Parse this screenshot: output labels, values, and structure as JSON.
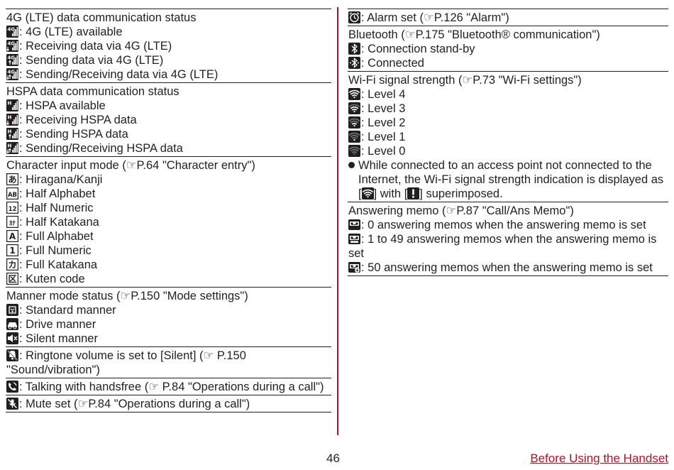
{
  "left": [
    {
      "heading": "4G (LTE) data communication status",
      "items": [
        {
          "icon": "lte-available-icon",
          "text": ": 4G (LTE) available"
        },
        {
          "icon": "lte-receiving-icon",
          "text": ": Receiving data via 4G (LTE)"
        },
        {
          "icon": "lte-sending-icon",
          "text": ": Sending data via 4G (LTE)"
        },
        {
          "icon": "lte-send-receive-icon",
          "text": ": Sending/Receiving data via 4G (LTE)"
        }
      ]
    },
    {
      "heading": "HSPA data communication status",
      "items": [
        {
          "icon": "hspa-available-icon",
          "text": ": HSPA available"
        },
        {
          "icon": "hspa-receiving-icon",
          "text": ": Receiving HSPA data"
        },
        {
          "icon": "hspa-sending-icon",
          "text": ": Sending HSPA data"
        },
        {
          "icon": "hspa-send-receive-icon",
          "text": ": Sending/Receiving HSPA data"
        }
      ]
    },
    {
      "heading": "Character input mode (☞P.64 \"Character entry\")",
      "items": [
        {
          "icon": "hiragana-icon",
          "glyph": "あ",
          "text": ": Hiragana/Kanji"
        },
        {
          "icon": "half-alphabet-icon",
          "glyph": "AB",
          "text": ": Half Alphabet"
        },
        {
          "icon": "half-numeric-icon",
          "glyph": "12",
          "text": ": Half Numeric"
        },
        {
          "icon": "half-katakana-icon",
          "glyph": "ｶﾅ",
          "text": ": Half Katakana"
        },
        {
          "icon": "full-alphabet-icon",
          "glyph": "A",
          "text": ": Full Alphabet"
        },
        {
          "icon": "full-numeric-icon",
          "glyph": "1",
          "text": ": Full Numeric"
        },
        {
          "icon": "full-katakana-icon",
          "glyph": "カ",
          "text": ": Full Katakana"
        },
        {
          "icon": "kuten-code-icon",
          "glyph": "区",
          "text": ": Kuten code"
        }
      ]
    },
    {
      "heading": "Manner mode status (☞P.150 \"Mode settings\")",
      "items": [
        {
          "icon": "standard-manner-icon",
          "text": ": Standard manner"
        },
        {
          "icon": "drive-manner-icon",
          "text": ": Drive manner"
        },
        {
          "icon": "silent-manner-icon",
          "text": ": Silent manner"
        }
      ]
    },
    {
      "heading": "",
      "items": [
        {
          "icon": "ringtone-silent-icon",
          "text": ": Ringtone volume is set to [Silent] (☞ P.150 \"Sound/vibration\")",
          "wrap": true
        }
      ]
    },
    {
      "heading": "",
      "items": [
        {
          "icon": "handsfree-icon",
          "text": ": Talking with handsfree (☞ P.84 \"Operations during a call\")",
          "wrap": true
        }
      ]
    },
    {
      "heading": "",
      "items": [
        {
          "icon": "mute-icon",
          "text": ": Mute set (☞P.84 \"Operations during a call\")"
        }
      ]
    }
  ],
  "right": [
    {
      "heading": "",
      "items": [
        {
          "icon": "alarm-icon",
          "text": ": Alarm set (☞P.126 \"Alarm\")"
        }
      ]
    },
    {
      "heading": "Bluetooth (☞P.175 \"Bluetooth® communication\")",
      "items": [
        {
          "icon": "bluetooth-standby-icon",
          "text": ": Connection stand-by"
        },
        {
          "icon": "bluetooth-connected-icon",
          "text": ": Connected"
        }
      ]
    },
    {
      "heading": "Wi-Fi signal strength (☞P.73 \"Wi-Fi settings\")",
      "items": [
        {
          "icon": "wifi-level-4-icon",
          "text": ": Level 4"
        },
        {
          "icon": "wifi-level-3-icon",
          "text": ": Level 3"
        },
        {
          "icon": "wifi-level-2-icon",
          "text": ": Level 2"
        },
        {
          "icon": "wifi-level-1-icon",
          "text": ": Level 1"
        },
        {
          "icon": "wifi-level-0-icon",
          "text": ": Level 0"
        }
      ],
      "note": {
        "part1": "While connected to an access point not connected to the Internet, the Wi-Fi signal strength indication is displayed as [",
        "part2": "] with [",
        "part3": "] superimposed."
      }
    },
    {
      "heading": "Answering memo (☞P.87 \"Call/Ans Memo\")",
      "items": [
        {
          "icon": "ans-memo-0-icon",
          "text": ": 0 answering memos when the answering memo is set",
          "wrap": true
        },
        {
          "icon": "ans-memo-1-49-icon",
          "text": ": 1 to 49 answering memos when the answering memo is set",
          "wrap": true
        },
        {
          "icon": "ans-memo-50-icon",
          "text": ": 50 answering memos when the answering memo is set",
          "wrap": true
        }
      ]
    }
  ],
  "footer": {
    "page_number": "46",
    "chapter_link": "Before Using the Handset"
  }
}
